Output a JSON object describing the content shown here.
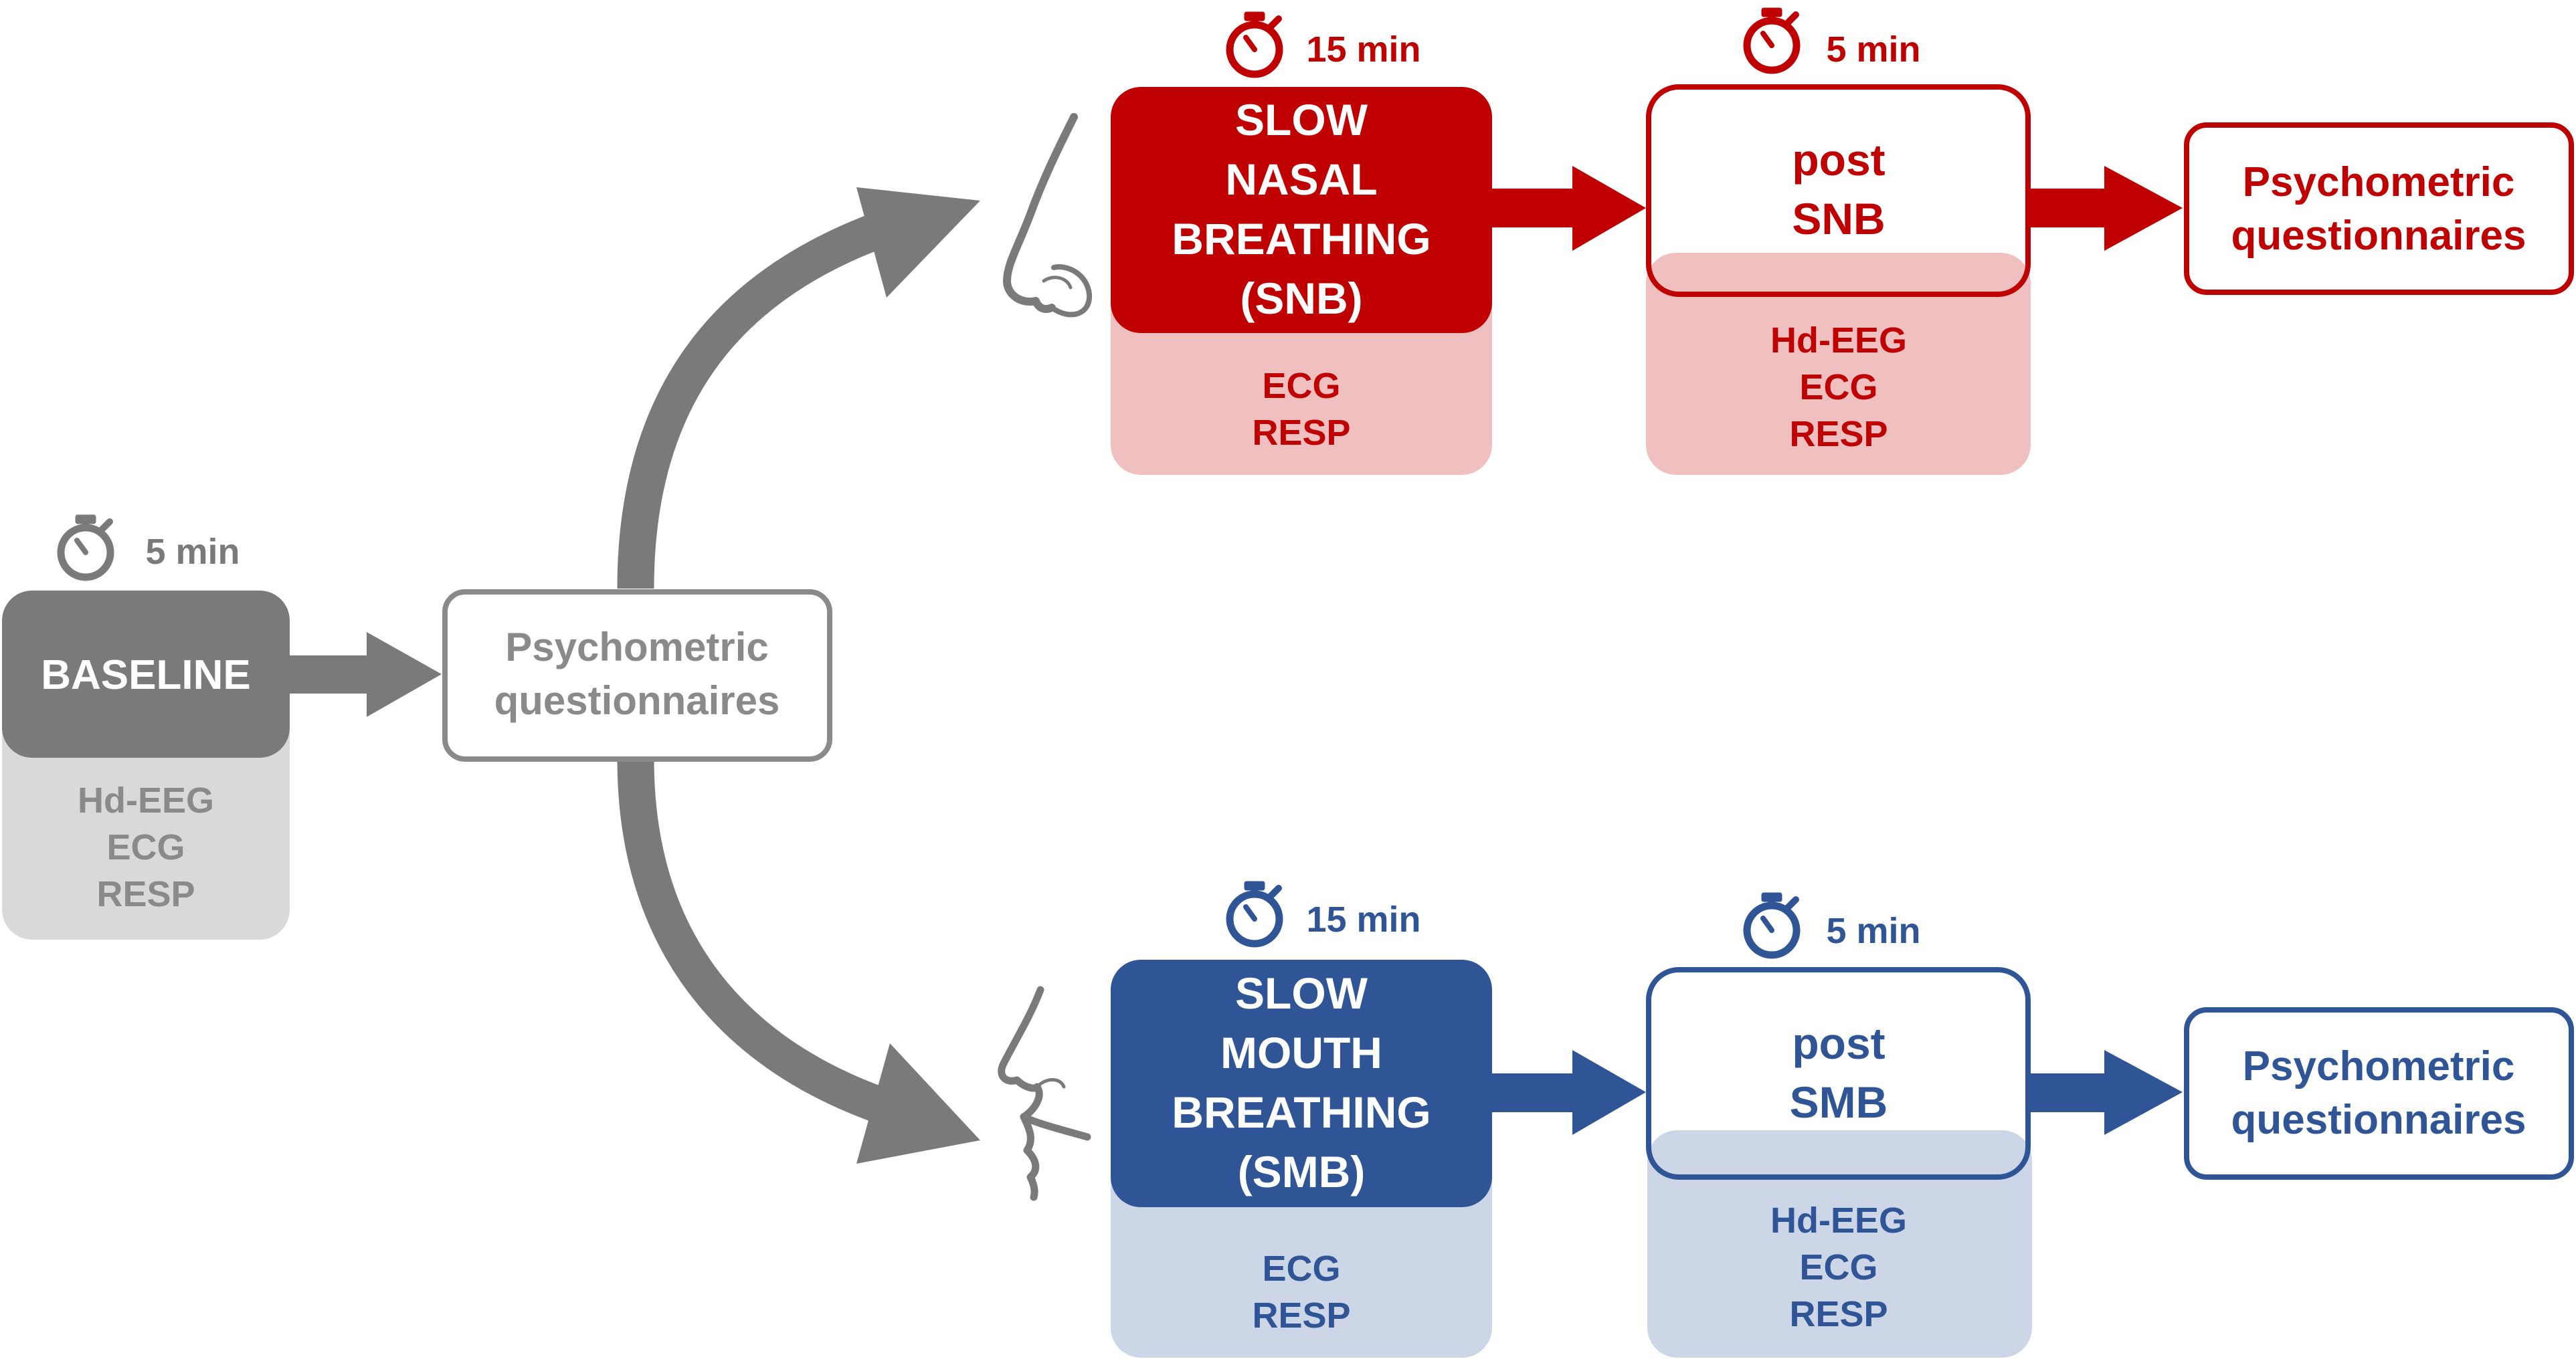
{
  "colors": {
    "gray_dark": "#7a7a7a",
    "gray_light": "#d9d9d9",
    "gray_text": "#8a8a8a",
    "red": "#c00000",
    "red_light": "#f0c0c0",
    "blue": "#2f5597",
    "blue_light": "#cdd6e7",
    "white": "#ffffff"
  },
  "baseline": {
    "duration": "5 min",
    "title": "BASELINE",
    "recordings": [
      "Hd-EEG",
      "ECG",
      "RESP"
    ]
  },
  "center_questionnaire": [
    "Psychometric",
    "questionnaires"
  ],
  "nasal": {
    "breathing_duration": "15 min",
    "breathing_title": [
      "SLOW",
      "NASAL",
      "BREATHING",
      "(SNB)"
    ],
    "breathing_recordings": [
      "ECG",
      "RESP"
    ],
    "post_duration": "5 min",
    "post_title": [
      "post",
      "SNB"
    ],
    "post_recordings": [
      "Hd-EEG",
      "ECG",
      "RESP"
    ],
    "questionnaire": [
      "Psychometric",
      "questionnaires"
    ]
  },
  "mouth": {
    "breathing_duration": "15 min",
    "breathing_title": [
      "SLOW",
      "MOUTH",
      "BREATHING",
      "(SMB)"
    ],
    "breathing_recordings": [
      "ECG",
      "RESP"
    ],
    "post_duration": "5 min",
    "post_title": [
      "post",
      "SMB"
    ],
    "post_recordings": [
      "Hd-EEG",
      "ECG",
      "RESP"
    ],
    "questionnaire": [
      "Psychometric",
      "questionnaires"
    ]
  },
  "icons": [
    "stopwatch-icon",
    "nose-icon",
    "mouth-profile-icon"
  ]
}
